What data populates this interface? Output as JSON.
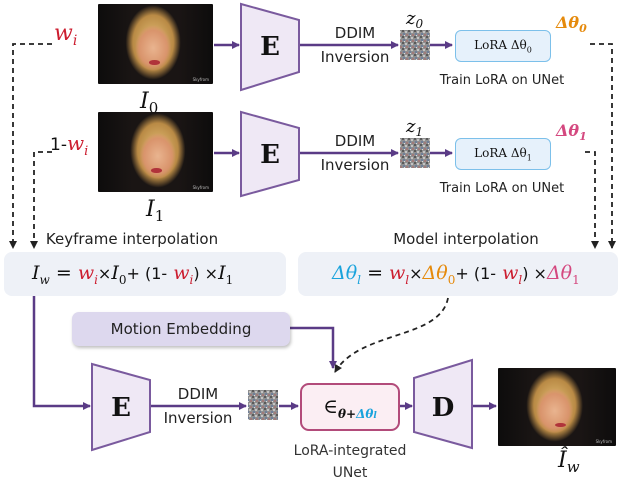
{
  "colors": {
    "encoder_fill": "#efe8f5",
    "encoder_stroke": "#7a5a9e",
    "arrow": "#5a3b86",
    "red": "#cc1d2f",
    "orange": "#e58a0c",
    "pink": "#d4487f",
    "blue": "#1aa3dc"
  },
  "row0": {
    "weight": "w",
    "weight_sub": "i",
    "image_label": "I",
    "image_sub": "0",
    "encoder": "E",
    "ddim_line1": "DDIM",
    "ddim_line2": "Inversion",
    "latent": "z",
    "latent_sub": "0",
    "lora_label": "LoRA Δθ",
    "lora_sub": "0",
    "train_caption": "Train LoRA on UNet",
    "delta": "Δθ",
    "delta_sub": "0"
  },
  "row1": {
    "weight_prefix": "1-",
    "weight": "w",
    "weight_sub": "i",
    "image_label": "I",
    "image_sub": "1",
    "encoder": "E",
    "ddim_line1": "DDIM",
    "ddim_line2": "Inversion",
    "latent": "z",
    "latent_sub": "1",
    "lora_label": "LoRA Δθ",
    "lora_sub": "1",
    "train_caption": "Train LoRA on UNet",
    "delta": "Δθ",
    "delta_sub": "1"
  },
  "keyframe": {
    "title": "Keyframe interpolation",
    "lhs": "I",
    "lhs_sub": "w",
    "eq": "=",
    "w1": "w",
    "w1_sub": "i",
    "times1": "×",
    "i0": "I",
    "i0_sub": "0",
    "plus": "+ (1-",
    "w2": "w",
    "w2_sub": "i",
    "times2": ") ×",
    "i1": "I",
    "i1_sub": "1"
  },
  "model_interp": {
    "title": "Model interpolation",
    "lhs": "Δθ",
    "lhs_sub": "l",
    "eq": "=",
    "w1": "w",
    "w1_sub": "l",
    "times1": "×",
    "d0": "Δθ",
    "d0_sub": "0",
    "plus": "+ (1-",
    "w2": "w",
    "w2_sub": "l",
    "times2": ") ×",
    "d1": "Δθ",
    "d1_sub": "1"
  },
  "motion_embedding": "Motion Embedding",
  "bottom": {
    "encoder": "E",
    "ddim_line1": "DDIM",
    "ddim_line2": "Inversion",
    "unet_symbol": "∈",
    "unet_sub_theta": "θ+",
    "unet_sub_delta": "Δθ",
    "unet_sub_l": "l",
    "unet_caption_line1": "LoRA-integrated",
    "unet_caption_line2": "UNet",
    "decoder": "D",
    "output_label": "Î",
    "output_sub": "w"
  },
  "watermark": "Skyfrom"
}
